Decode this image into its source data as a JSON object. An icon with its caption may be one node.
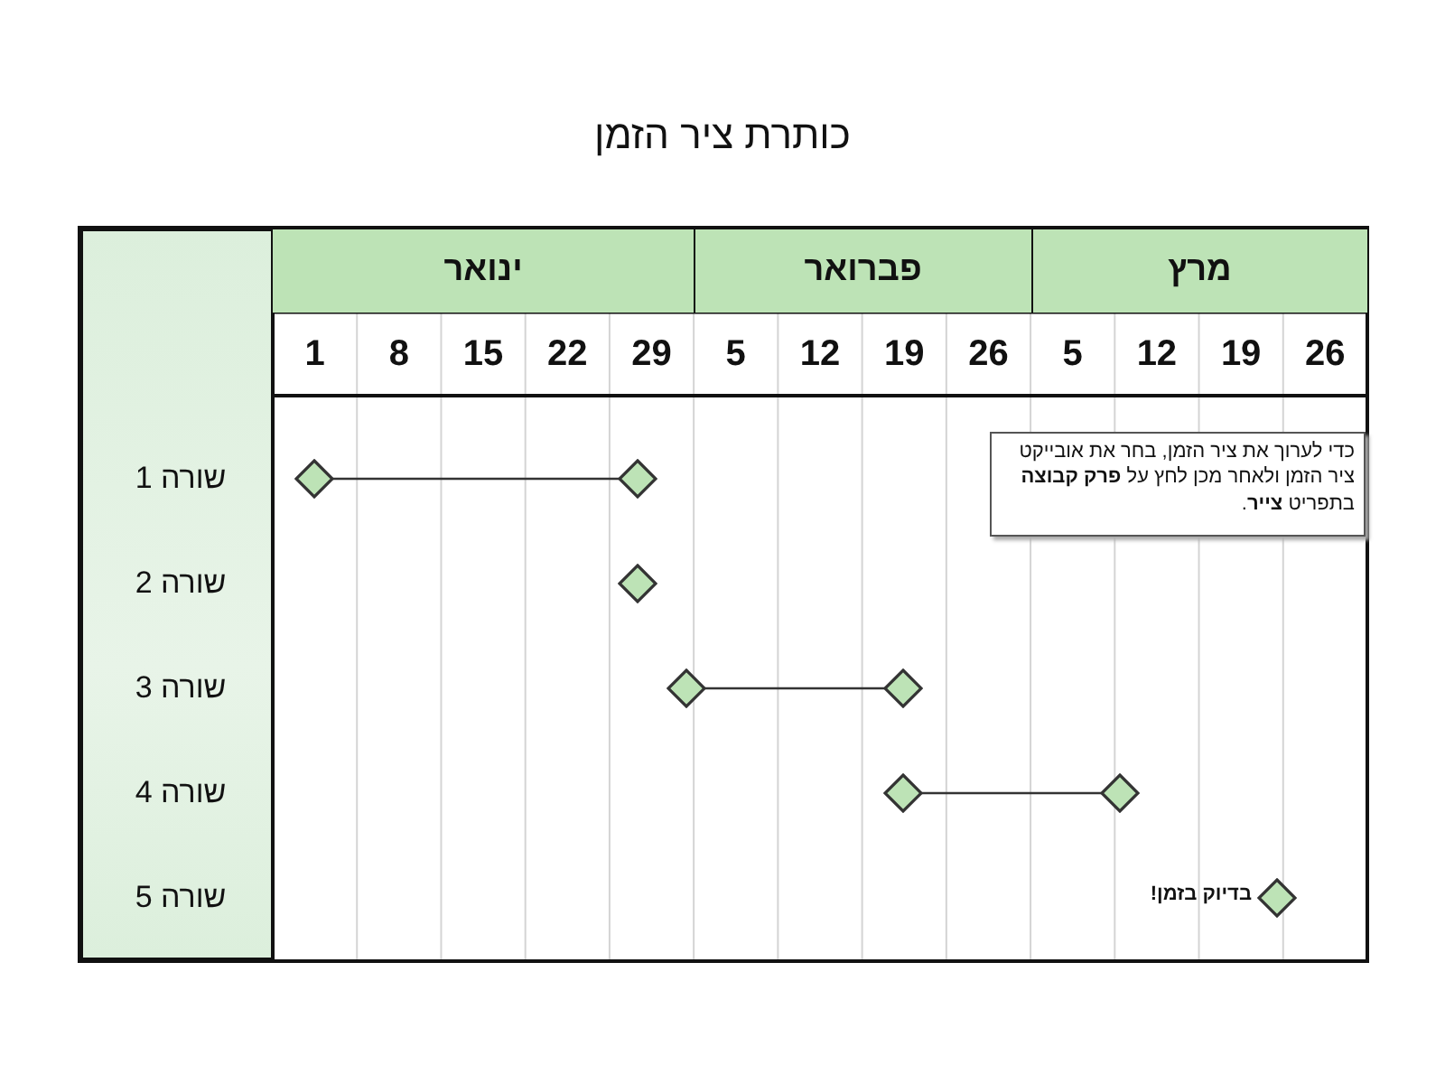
{
  "diagram": {
    "title": "כותרת ציר הזמן",
    "nodes": [
      {
        "text": [
          "כדי לערוך את ציר הזמן, בחר את אובייקט ציר הזמן ולאחר מכן לחץ על **פרק קבוצה** בתפריט **צייר**."
        ]
      },
      {
        "text": [],
        "shape": "diamond"
      },
      {
        "text": [],
        "shape": "diamond"
      },
      {
        "text": [],
        "shape": "diamond"
      },
      {
        "text": [],
        "shape": "diamond"
      },
      {
        "text": [],
        "shape": "diamond"
      },
      {
        "text": [],
        "shape": "diamond"
      },
      {
        "text": [],
        "shape": "diamond"
      },
      {
        "text": [],
        "shape": "diamond",
        "beside": [
          "בדיוק בזמן!"
        ]
      }
    ],
    "edges": [
      {
        "from": 1,
        "to": 2,
        "arrow": "none"
      },
      {
        "from": 4,
        "to": 5,
        "arrow": "none"
      },
      {
        "from": 6,
        "to": 7,
        "arrow": "none"
      }
    ],
    "labels": [
      "ינואר",
      "פברואר",
      "מרץ",
      "1",
      "8",
      "15",
      "22",
      "29",
      "5",
      "12",
      "19",
      "26",
      "5",
      "12",
      "19",
      "26",
      "שורה 1",
      "שורה 2",
      "שורה 3",
      "שורה 4",
      "שורה 5"
    ]
  }
}
